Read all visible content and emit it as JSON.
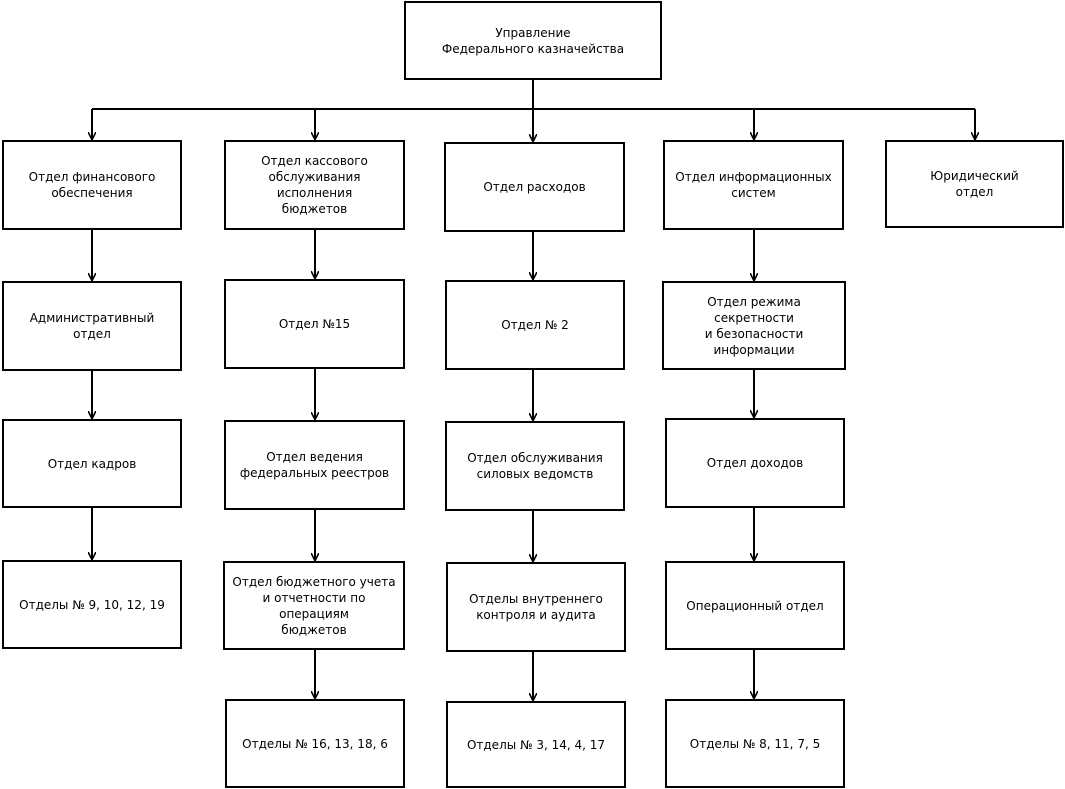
{
  "org_chart": {
    "root": {
      "label": "Управление\nФедерального казначейства"
    },
    "columns": [
      {
        "key": "col1",
        "head": "Отдел финансового\nобеспечения",
        "children": [
          "Административный\nотдел",
          "Отдел кадров",
          "Отделы № 9, 10, 12, 19"
        ]
      },
      {
        "key": "col2",
        "head": "Отдел кассового\nобслуживания исполнения\nбюджетов",
        "children": [
          "Отдел №15",
          "Отдел ведения\nфедеральных реестров",
          "Отдел бюджетного учета\nи отчетности по операциям\nбюджетов",
          "Отделы № 16, 13, 18, 6"
        ]
      },
      {
        "key": "col3",
        "head": "Отдел расходов",
        "children": [
          "Отдел № 2",
          "Отдел обслуживания\nсиловых ведомств",
          "Отделы внутреннего\nконтроля и аудита",
          "Отделы № 3, 14, 4, 17"
        ]
      },
      {
        "key": "col4",
        "head": "Отдел информационных\nсистем",
        "children": [
          "Отдел режима секретности\nи безопасности\nинформации",
          "Отдел доходов",
          "Операционный отдел",
          "Отделы № 8, 11, 7, 5"
        ]
      },
      {
        "key": "col5",
        "head": "Юридический\nотдел",
        "children": []
      }
    ]
  },
  "colors": {
    "stroke": "#000000",
    "fill": "#ffffff",
    "text": "#000000"
  }
}
